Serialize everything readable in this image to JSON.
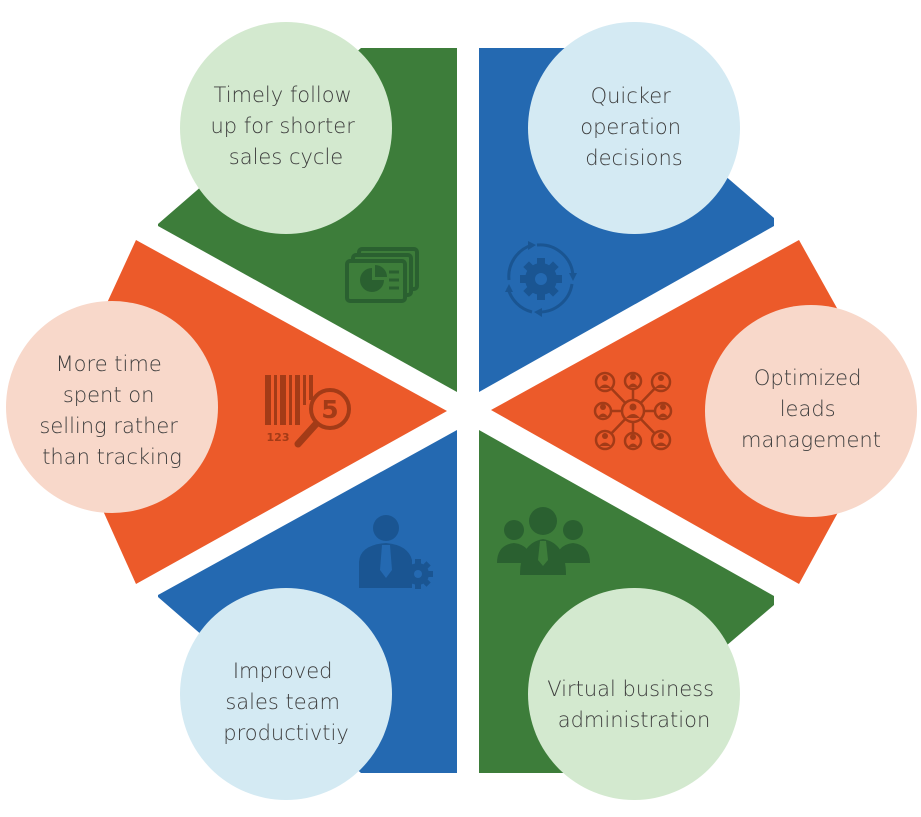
{
  "colors": {
    "green": "#3d7d3a",
    "blue": "#2469b1",
    "orange": "#ec5a2a",
    "light_green": "#d3e9cf",
    "light_blue": "#d4eaf3",
    "light_orange": "#f8d8ca",
    "text": "#3d3d3d"
  },
  "segments": [
    {
      "color": "green",
      "icon": "presentation-chart-icon",
      "bubble": "light_green",
      "lines": [
        "Timely follow",
        "up for shorter",
        "sales cycle"
      ]
    },
    {
      "color": "blue",
      "icon": "gear-cycle-icon",
      "bubble": "light_blue",
      "lines": [
        "Quicker",
        "operation",
        "decisions"
      ]
    },
    {
      "color": "orange",
      "icon": "network-people-icon",
      "bubble": "light_orange",
      "lines": [
        "Optimized",
        "leads",
        "management"
      ]
    },
    {
      "color": "green",
      "icon": "team-group-icon",
      "bubble": "light_green",
      "lines": [
        "Virtual business",
        "administration"
      ]
    },
    {
      "color": "blue",
      "icon": "person-gear-icon",
      "bubble": "light_blue",
      "lines": [
        "Improved",
        "sales team",
        "productivtiy"
      ]
    },
    {
      "color": "orange",
      "icon": "barcode-magnifier-icon",
      "bubble": "light_orange",
      "lines": [
        "More time",
        "spent on",
        "selling rather",
        "than tracking"
      ]
    }
  ],
  "icon_labels": {
    "barcode_number": "123",
    "magnifier_number": "5"
  }
}
